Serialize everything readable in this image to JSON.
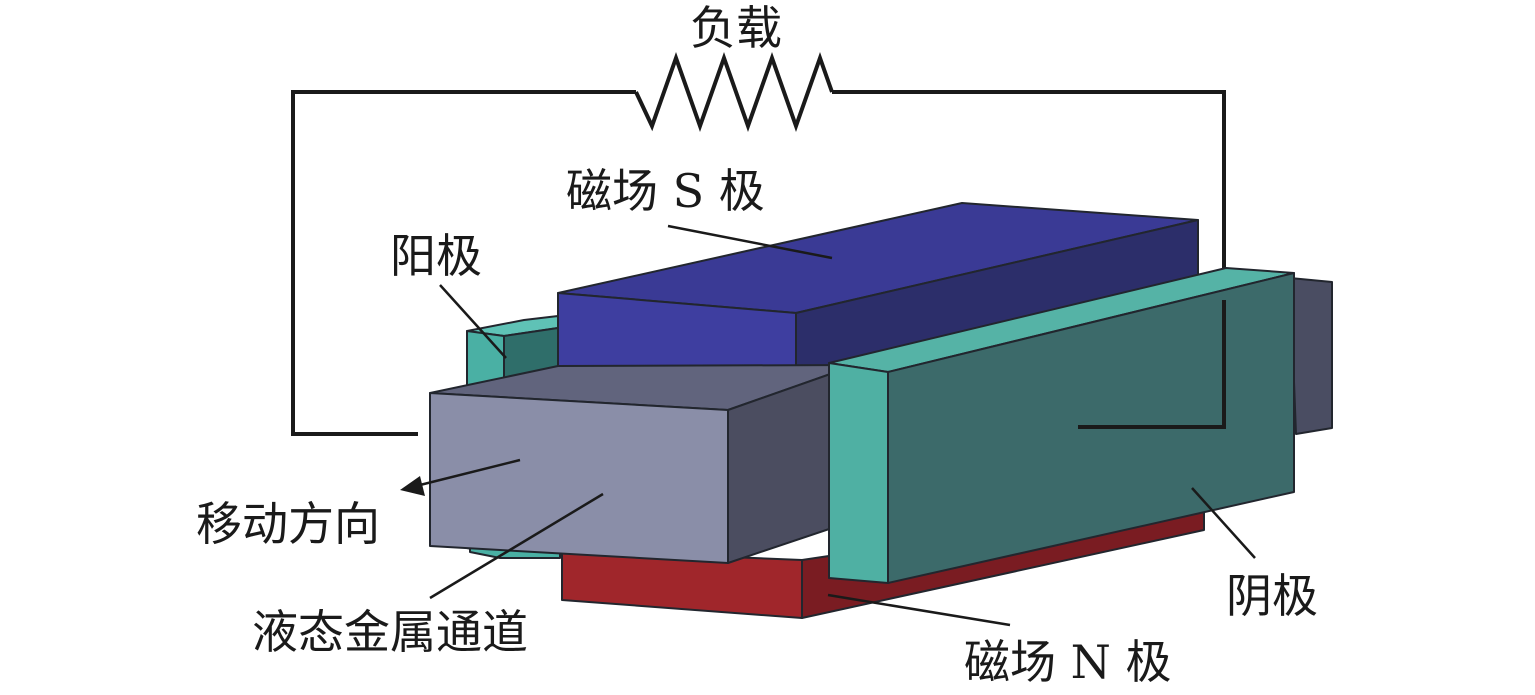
{
  "labels": {
    "load": "负载",
    "s_pole": "磁场 S 极",
    "anode": "阳极",
    "cathode": "阴极",
    "direction": "移动方向",
    "channel": "液态金属通道",
    "n_pole": "磁场 N 极"
  },
  "colors": {
    "s_pole_magnet": "#3d3d98",
    "n_pole_magnet": "#9e2a2e",
    "channel": "#878ca6",
    "electrode": "#4ab0a4",
    "cathode_face": "#3d6b6b",
    "wire": "#1a1a1a"
  }
}
